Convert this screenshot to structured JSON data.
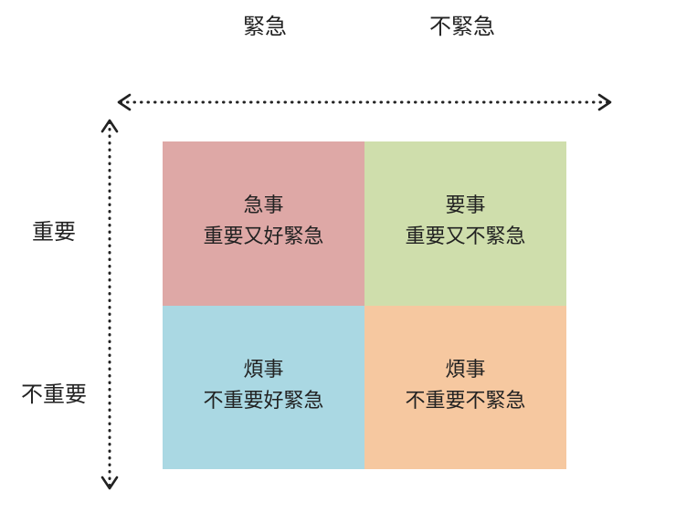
{
  "columns": {
    "urgent": "緊急",
    "not_urgent": "不緊急"
  },
  "rows": {
    "important": "重要",
    "not_important": "不重要"
  },
  "quadrants": [
    {
      "title": "急事",
      "subtitle": "重要又好緊急",
      "color": "#dea8a6"
    },
    {
      "title": "要事",
      "subtitle": "重要又不緊急",
      "color": "#cfdeac"
    },
    {
      "title": "煩事",
      "subtitle": "不重要好緊急",
      "color": "#aad8e3"
    },
    {
      "title": "煩事",
      "subtitle": "不重要不緊急",
      "color": "#f6c8a0"
    }
  ]
}
